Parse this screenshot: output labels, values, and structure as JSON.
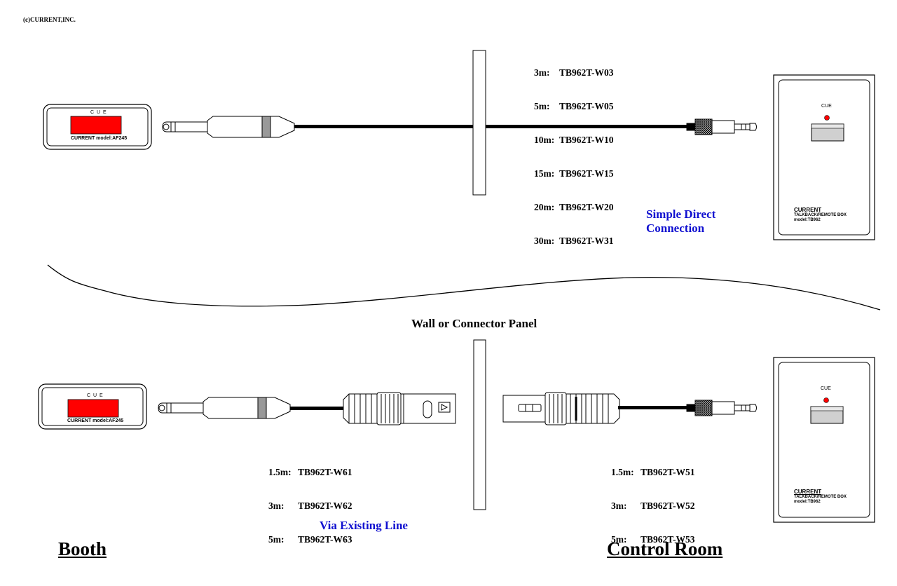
{
  "copyright": "(c)CURRENT,INC.",
  "wall_label": "Wall or Connector Panel",
  "booth_label": "Booth",
  "control_room_label": "Control Room",
  "direct": {
    "caption_line1": "Simple Direct",
    "caption_line2": "Connection",
    "parts": [
      {
        "length": "3m:",
        "model": "TB962T-W03"
      },
      {
        "length": "5m:",
        "model": "TB962T-W05"
      },
      {
        "length": "10m:",
        "model": "TB962T-W10"
      },
      {
        "length": "15m:",
        "model": "TB962T-W15"
      },
      {
        "length": "20m:",
        "model": "TB962T-W20"
      },
      {
        "length": "30m:",
        "model": "TB962T-W31"
      }
    ]
  },
  "existing_line": {
    "caption": "Via Existing Line",
    "booth_parts": [
      {
        "length": "1.5m:",
        "model": "TB962T-W61"
      },
      {
        "length": "3m:",
        "model": "TB962T-W62"
      },
      {
        "length": "5m:",
        "model": "TB962T-W63"
      }
    ],
    "control_parts": [
      {
        "length": "1.5m:",
        "model": "TB962T-W51"
      },
      {
        "length": "3m:",
        "model": "TB962T-W52"
      },
      {
        "length": "5m:",
        "model": "TB962T-W53"
      }
    ]
  },
  "af245": {
    "cue_label": "C U E",
    "model_label": "CURRENT model:AF245",
    "button_color": "#ff0000"
  },
  "tb962": {
    "cue_label": "CUE",
    "brand": "CURRENT",
    "subtitle": "TALKBACK/REMOTE BOX",
    "model": "model:TB962",
    "led_color": "#ff0000"
  },
  "caption_color": "#1010d0"
}
